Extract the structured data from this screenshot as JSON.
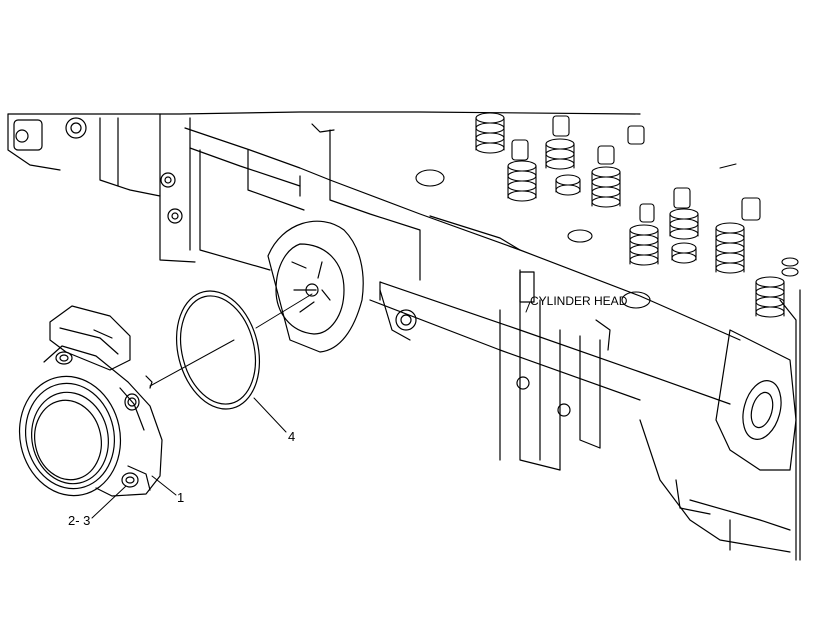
{
  "callouts": {
    "cylinder_head": "CYLINDER HEAD",
    "part_4": "4",
    "part_1": "1",
    "part_2_3": "2- 3"
  }
}
